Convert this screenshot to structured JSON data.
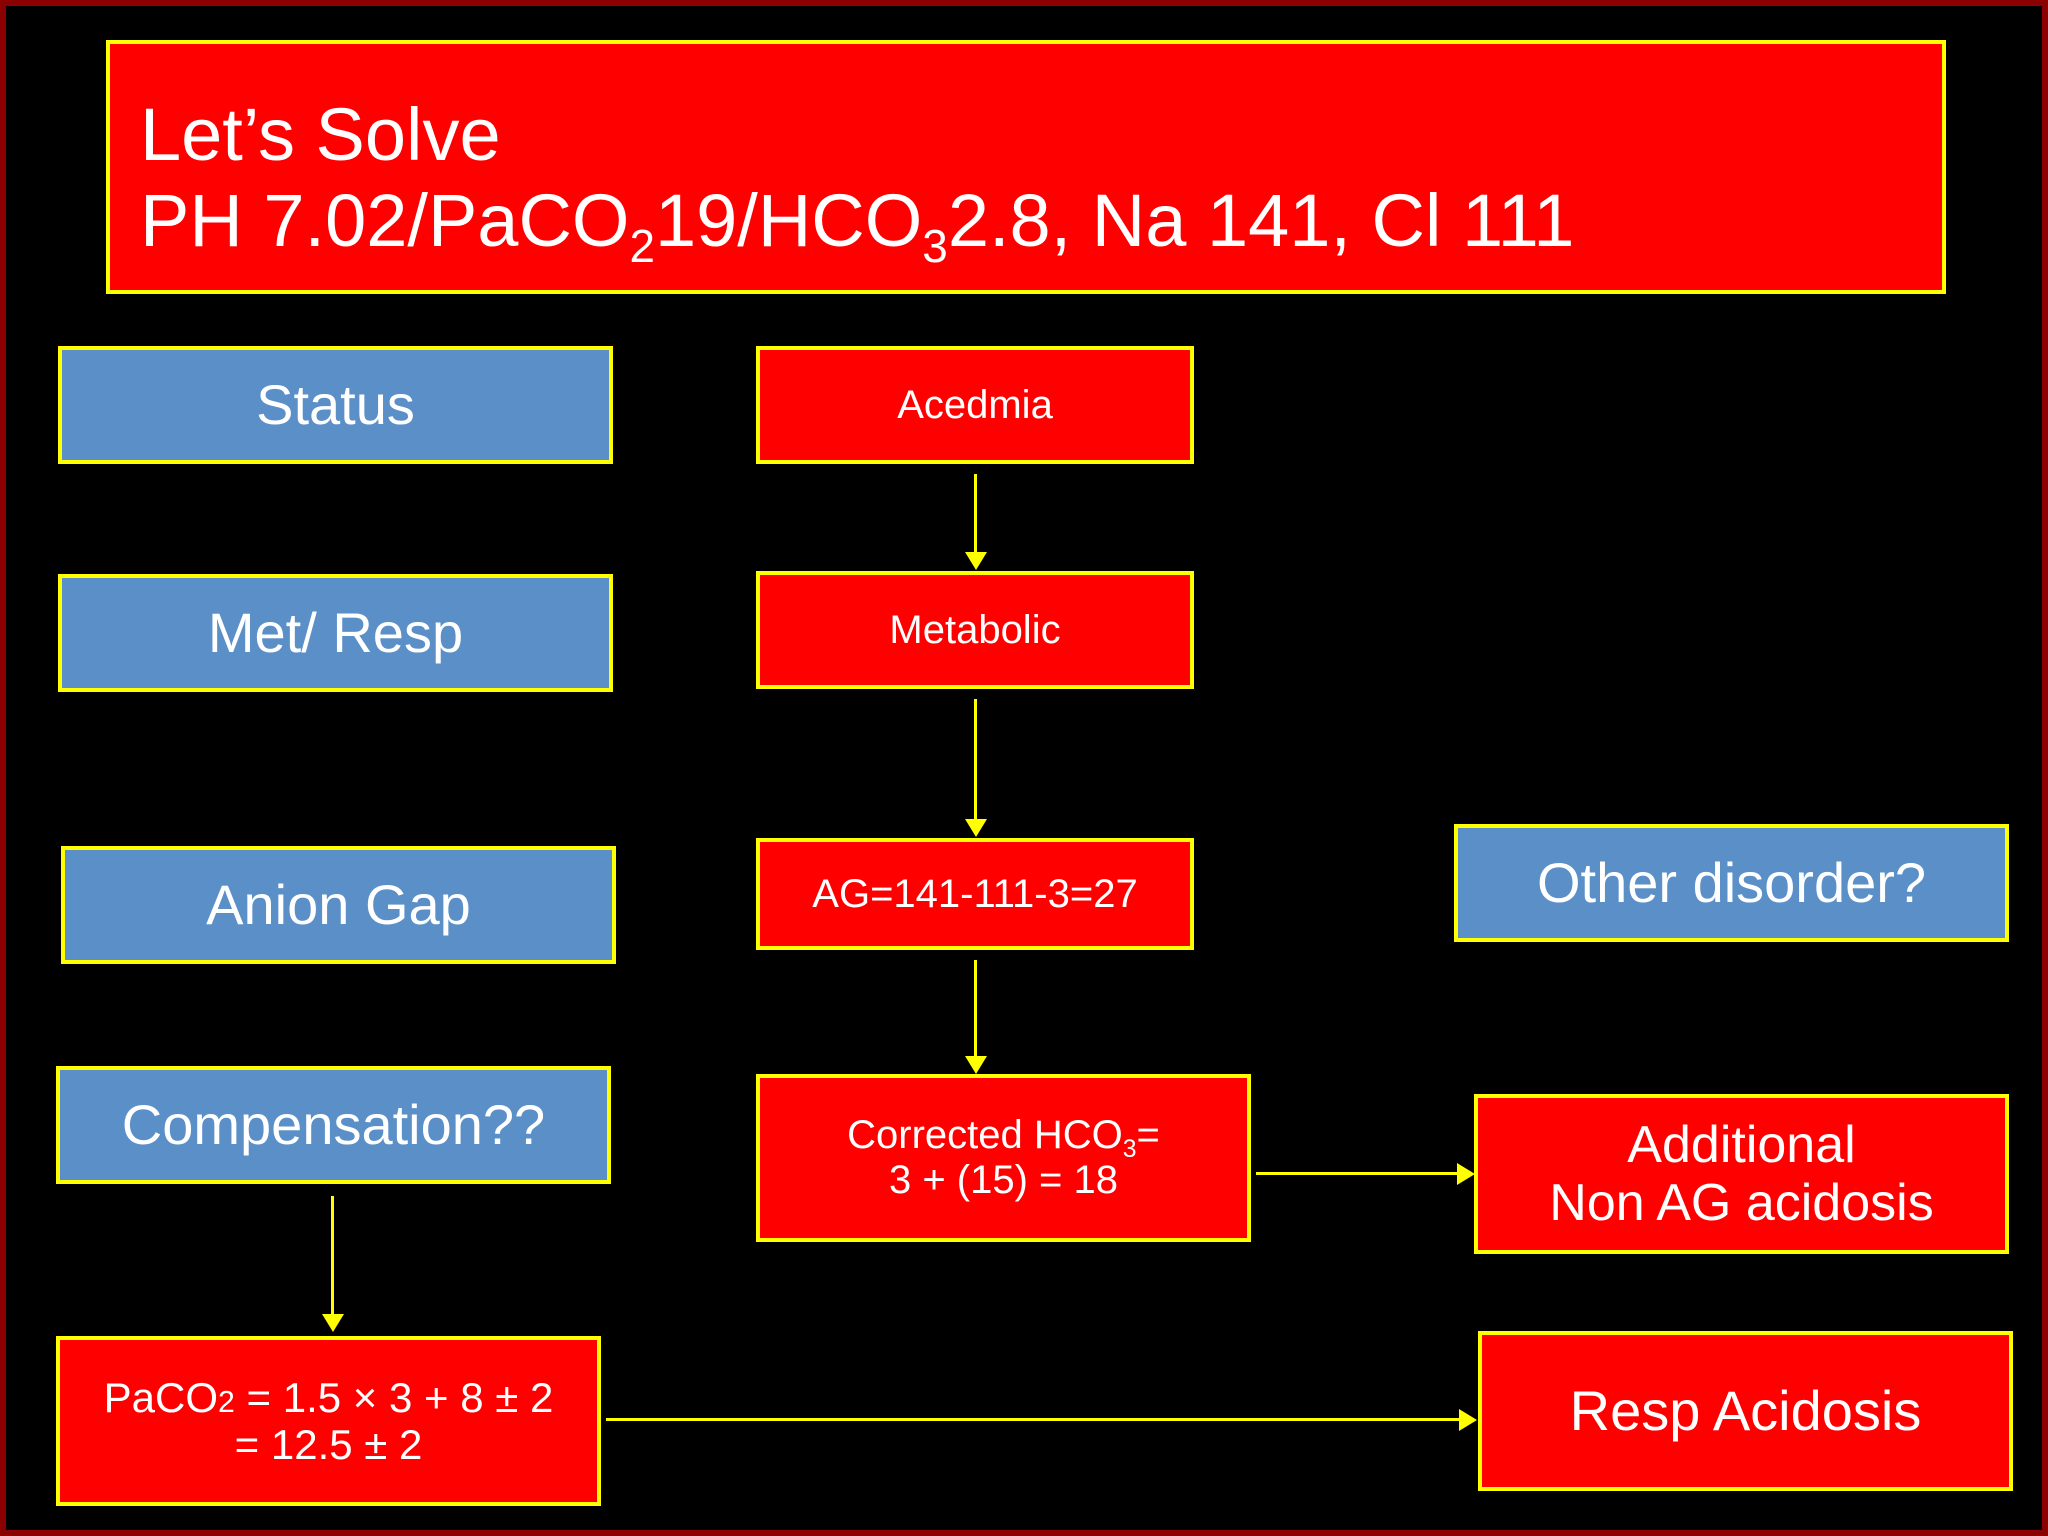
{
  "slide": {
    "background_color": "#000000",
    "frame_color": "#8B0000",
    "accent_border_color": "#FFFF00",
    "red_fill": "#FF0000",
    "blue_fill": "#5B8FC7",
    "text_color": "#FFFFFF"
  },
  "title": {
    "line1": "Let’s Solve",
    "line2_prefix": "PH 7.02/PaCO",
    "line2_sub1": "2",
    "line2_mid": "19/HCO",
    "line2_sub2": "3",
    "line2_suffix": "2.8,  Na 141, Cl 111",
    "full_text": "Let’s Solve PH 7.02/PaCO2 19/HCO3 2.8,  Na 141, Cl 111"
  },
  "values": {
    "ph": "7.02",
    "paco2": "19",
    "hco3": "2.8",
    "na": "141",
    "cl": "111",
    "anion_gap": "27",
    "corrected_hco3": "18",
    "expected_paco2": "12.5 ± 2"
  },
  "steps": [
    {
      "label": "Status"
    },
    {
      "label": "Met/ Resp"
    },
    {
      "label": "Anion Gap"
    },
    {
      "label": "Compensation??"
    }
  ],
  "flow": {
    "acedmia": "Acedmia",
    "metabolic": "Metabolic",
    "anion_gap_calc": "AG=141-111-3=27",
    "corrected_line1_prefix": "Corrected HCO",
    "corrected_line1_sub": "3",
    "corrected_line1_suffix": "=",
    "corrected_line2": "3 + (15) = 18",
    "paco2_line1_prefix": "PaCO",
    "paco2_line1_sub": "2",
    "paco2_line1_suffix": " = 1.5 × 3 + 8 ± 2",
    "paco2_line2": "= 12.5 ± 2"
  },
  "outcomes": {
    "other_disorder": "Other disorder?",
    "additional_line1": "Additional",
    "additional_line2": "Non AG acidosis",
    "resp_acidosis": "Resp Acidosis"
  }
}
